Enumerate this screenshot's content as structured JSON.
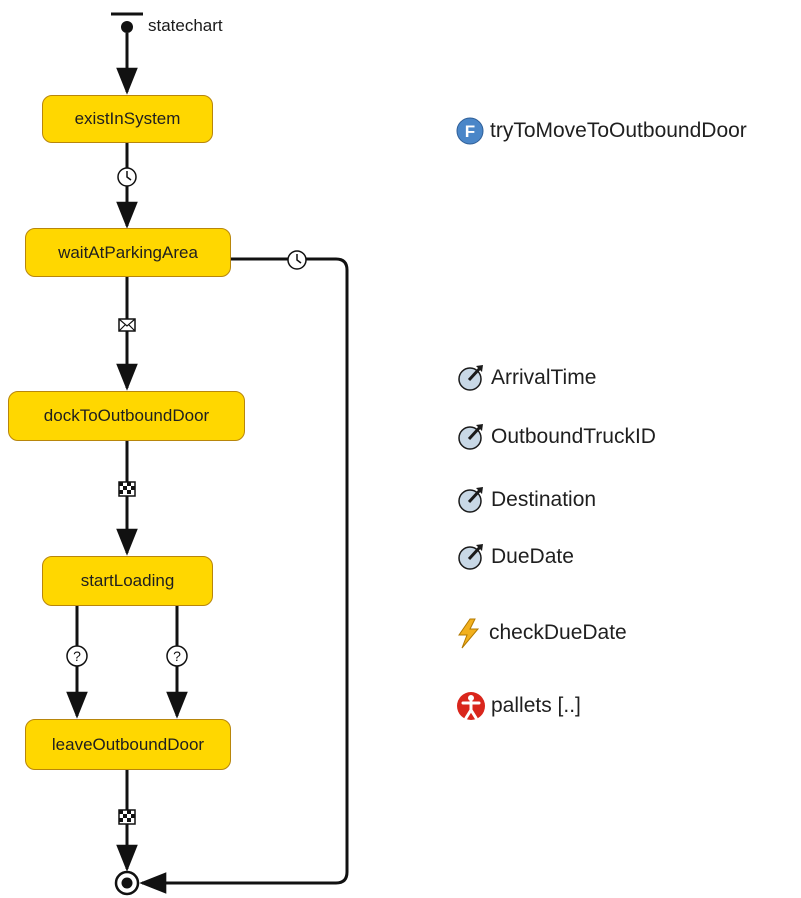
{
  "statechart": {
    "label": "statechart",
    "states": {
      "existInSystem": "existInSystem",
      "waitAtParkingArea": "waitAtParkingArea",
      "dockToOutboundDoor": "dockToOutboundDoor",
      "startLoading": "startLoading",
      "leaveOutboundDoor": "leaveOutboundDoor"
    },
    "transitions": [
      {
        "from": "existInSystem",
        "to": "waitAtParkingArea",
        "trigger": "timeout"
      },
      {
        "from": "waitAtParkingArea",
        "to": "dockToOutboundDoor",
        "trigger": "message"
      },
      {
        "from": "waitAtParkingArea",
        "to": "final",
        "trigger": "timeout"
      },
      {
        "from": "dockToOutboundDoor",
        "to": "startLoading",
        "trigger": "arrival"
      },
      {
        "from": "startLoading",
        "to": "leaveOutboundDoor",
        "trigger": "condition"
      },
      {
        "from": "startLoading",
        "to": "leaveOutboundDoor",
        "trigger": "condition"
      },
      {
        "from": "leaveOutboundDoor",
        "to": "final",
        "trigger": "arrival"
      }
    ]
  },
  "elements": {
    "function": {
      "label": "tryToMoveToOutboundDoor",
      "icon": "function-icon",
      "badge": "F"
    },
    "parameters": [
      {
        "label": "ArrivalTime",
        "icon": "parameter-icon"
      },
      {
        "label": "OutboundTruckID",
        "icon": "parameter-icon"
      },
      {
        "label": "Destination",
        "icon": "parameter-icon"
      },
      {
        "label": "DueDate",
        "icon": "parameter-icon"
      }
    ],
    "event": {
      "label": "checkDueDate",
      "icon": "lightning-icon"
    },
    "population": {
      "label": "pallets [..]",
      "icon": "agent-population-icon"
    }
  },
  "colors": {
    "state_fill": "#ffd700",
    "state_border": "#b8860b",
    "function_icon": "#4a86c8",
    "event_icon": "#f2b01e",
    "population_icon": "#d9261c"
  }
}
